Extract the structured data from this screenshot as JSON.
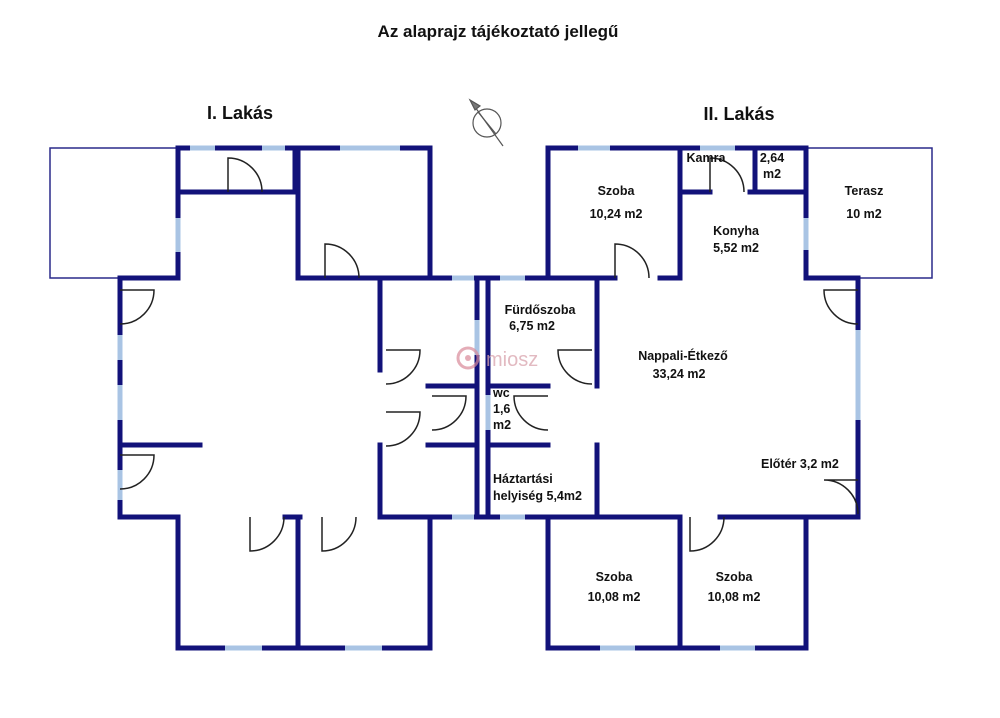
{
  "title": "Az alaprajz tájékoztató jellegű",
  "apartments": {
    "first": "I. Lakás",
    "second": "II. Lakás"
  },
  "rooms": {
    "szoba_top": {
      "name": "Szoba",
      "area": "10,24 m2"
    },
    "kamra": {
      "name": "Kamra",
      "area_value": "2,64",
      "area_unit": "m2"
    },
    "terasz": {
      "name": "Terasz",
      "area": "10 m2"
    },
    "konyha": {
      "name": "Konyha",
      "area": "5,52 m2"
    },
    "furdoszoba": {
      "name": "Fürdőszoba",
      "area": "6,75 m2"
    },
    "nappali": {
      "name": "Nappali-Étkező",
      "area": "33,24 m2"
    },
    "wc": {
      "name": "wc",
      "area_value": "1,6",
      "area_unit": "m2"
    },
    "eloter": {
      "label": "Előtér 3,2 m2"
    },
    "haztartasi": {
      "line1": "Háztartási",
      "line2": "helyiség 5,4m2"
    },
    "szoba_bl": {
      "name": "Szoba",
      "area": "10,08 m2"
    },
    "szoba_br": {
      "name": "Szoba",
      "area": "10,08 m2"
    }
  },
  "watermark": "miosz",
  "colors": {
    "wall": "#12127a",
    "window": "#a9c4e4",
    "door": "#222222",
    "outline": "#2a2a8a"
  },
  "icons": {
    "compass": "compass-icon",
    "watermark_logo": "miosz-logo-icon"
  }
}
